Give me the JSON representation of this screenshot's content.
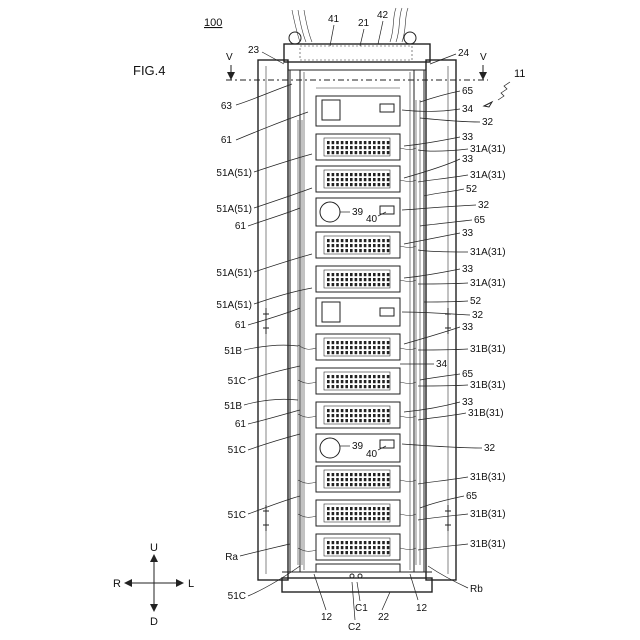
{
  "figure": {
    "figure_label": "FIG.4",
    "assembly_ref": "100",
    "system_ref": "11",
    "section_marks": [
      "V",
      "V"
    ]
  },
  "top_refs": [
    "41",
    "21",
    "42",
    "23",
    "24"
  ],
  "bottom_refs": [
    "12",
    "C1",
    "C2",
    "22",
    "12"
  ],
  "left_labels": [
    "63",
    "61",
    "51A(51)",
    "51A(51)",
    "61",
    "51A(51)",
    "51A(51)",
    "61",
    "51B",
    "51C",
    "51B",
    "61",
    "51C",
    "51C",
    "Ra",
    "51C"
  ],
  "right_labels": [
    "65",
    "34",
    "32",
    "33",
    "31A(31)",
    "33",
    "31A(31)",
    "52",
    "32",
    "65",
    "33",
    "31A(31)",
    "33",
    "31A(31)",
    "52",
    "32",
    "33",
    "31B(31)",
    "34",
    "65",
    "31B(31)",
    "33",
    "31B(31)",
    "32",
    "31B(31)",
    "65",
    "31B(31)",
    "31B(31)",
    "Rb"
  ],
  "inner_labels": [
    "39",
    "40",
    "39",
    "40"
  ],
  "direction_indicator": {
    "up": "U",
    "down": "D",
    "left": "R",
    "right": "L"
  }
}
